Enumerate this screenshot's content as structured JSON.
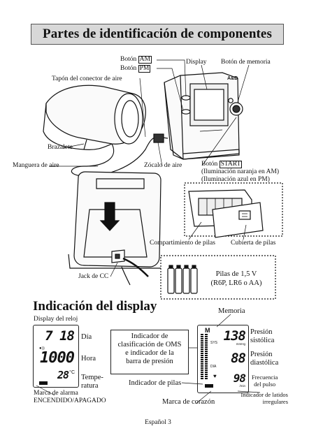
{
  "header": {
    "title": "Partes de identificación de componentes"
  },
  "parts": {
    "am_prefix": "Botón",
    "am_key": "AM",
    "pm_prefix": "Botón",
    "pm_key": "PM",
    "display": "Display",
    "memory_button": "Botón de memoria",
    "air_plug": "Tapón del conector de aire",
    "cuff": "Brazalete",
    "air_hose": "Manguera de aire",
    "air_socket": "Zócalo de aire",
    "start_prefix": "Botón",
    "start_key": "START",
    "start_line2": "(Iluminación naranja en AM)",
    "start_line3": "(Iluminación azul en PM)",
    "battery_compartment": "Compartimiento de pilas",
    "battery_cover": "Cubierta de pilas",
    "dc_jack": "Jack de CC",
    "batteries_line1": "Pilas de 1,5 V",
    "batteries_line2": "(R6P, LR6 o AA)",
    "device_brand": "A&D"
  },
  "display_section": {
    "title": "Indicación del display",
    "clock_display": "Display del reloj",
    "day_value": "7 18",
    "day_label": "Día",
    "time_value": "1000",
    "time_label": "Hora",
    "temp_value": "28",
    "temp_unit": "°C",
    "temp_label_line1": "Tempe-",
    "temp_label_line2": "ratura",
    "alarm_line1": "Marca de alarma",
    "alarm_line2": "ENCENDIDO/APAGADO",
    "who_line1": "Indicador de",
    "who_line2": "clasificación de OMS",
    "who_line3": "e indicador de la",
    "who_line4": "barra de presión",
    "battery_indicator": "Indicador de pilas",
    "memory": "Memoria",
    "sys_value": "138",
    "sys_tag": "SYS",
    "sys_unit": "mmHg",
    "dia_value": "88",
    "dia_tag": "DIA",
    "pul_value": "98",
    "pul_unit": "/min",
    "sys_label_line1": "Presión",
    "sys_label_line2": "sistólica",
    "dia_label_line1": "Presión",
    "dia_label_line2": "diastólica",
    "pul_label_line1": "Frecuencia",
    "pul_label_line2": "del pulso",
    "irregular_line1": "Indicador de latidos",
    "irregular_line2": "irregulares",
    "heart_mark": "Marca de corazón"
  },
  "footer": {
    "page": "Español 3"
  }
}
